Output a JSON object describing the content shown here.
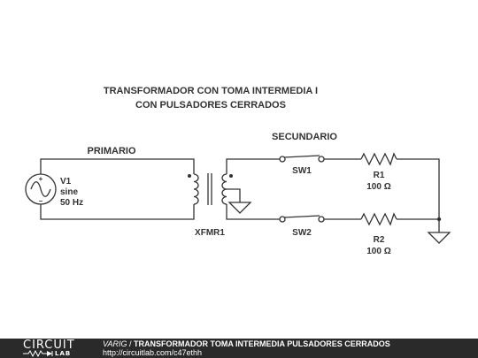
{
  "schematic": {
    "title_line1": "TRANSFORMADOR CON TOMA INTERMEDIA I",
    "title_line2": "CON PULSADORES CERRADOS",
    "primary_label": "PRIMARIO",
    "secondary_label": "SECUNDARIO",
    "source": {
      "name": "V1",
      "type": "sine",
      "freq": "50 Hz"
    },
    "transformer": {
      "name": "XFMR1"
    },
    "switches": [
      {
        "name": "SW1"
      },
      {
        "name": "SW2"
      }
    ],
    "resistors": [
      {
        "name": "R1",
        "value": "100 Ω"
      },
      {
        "name": "R2",
        "value": "100 Ω"
      }
    ]
  },
  "footer": {
    "logo_top": "CIRCUIT",
    "logo_bottom": "LAB",
    "author": "VARIG",
    "separator": " / ",
    "title": "TRANSFORMADOR TOMA INTERMEDIA PULSADORES CERRADOS",
    "url": "http://circuitlab.com/c47ethh"
  }
}
